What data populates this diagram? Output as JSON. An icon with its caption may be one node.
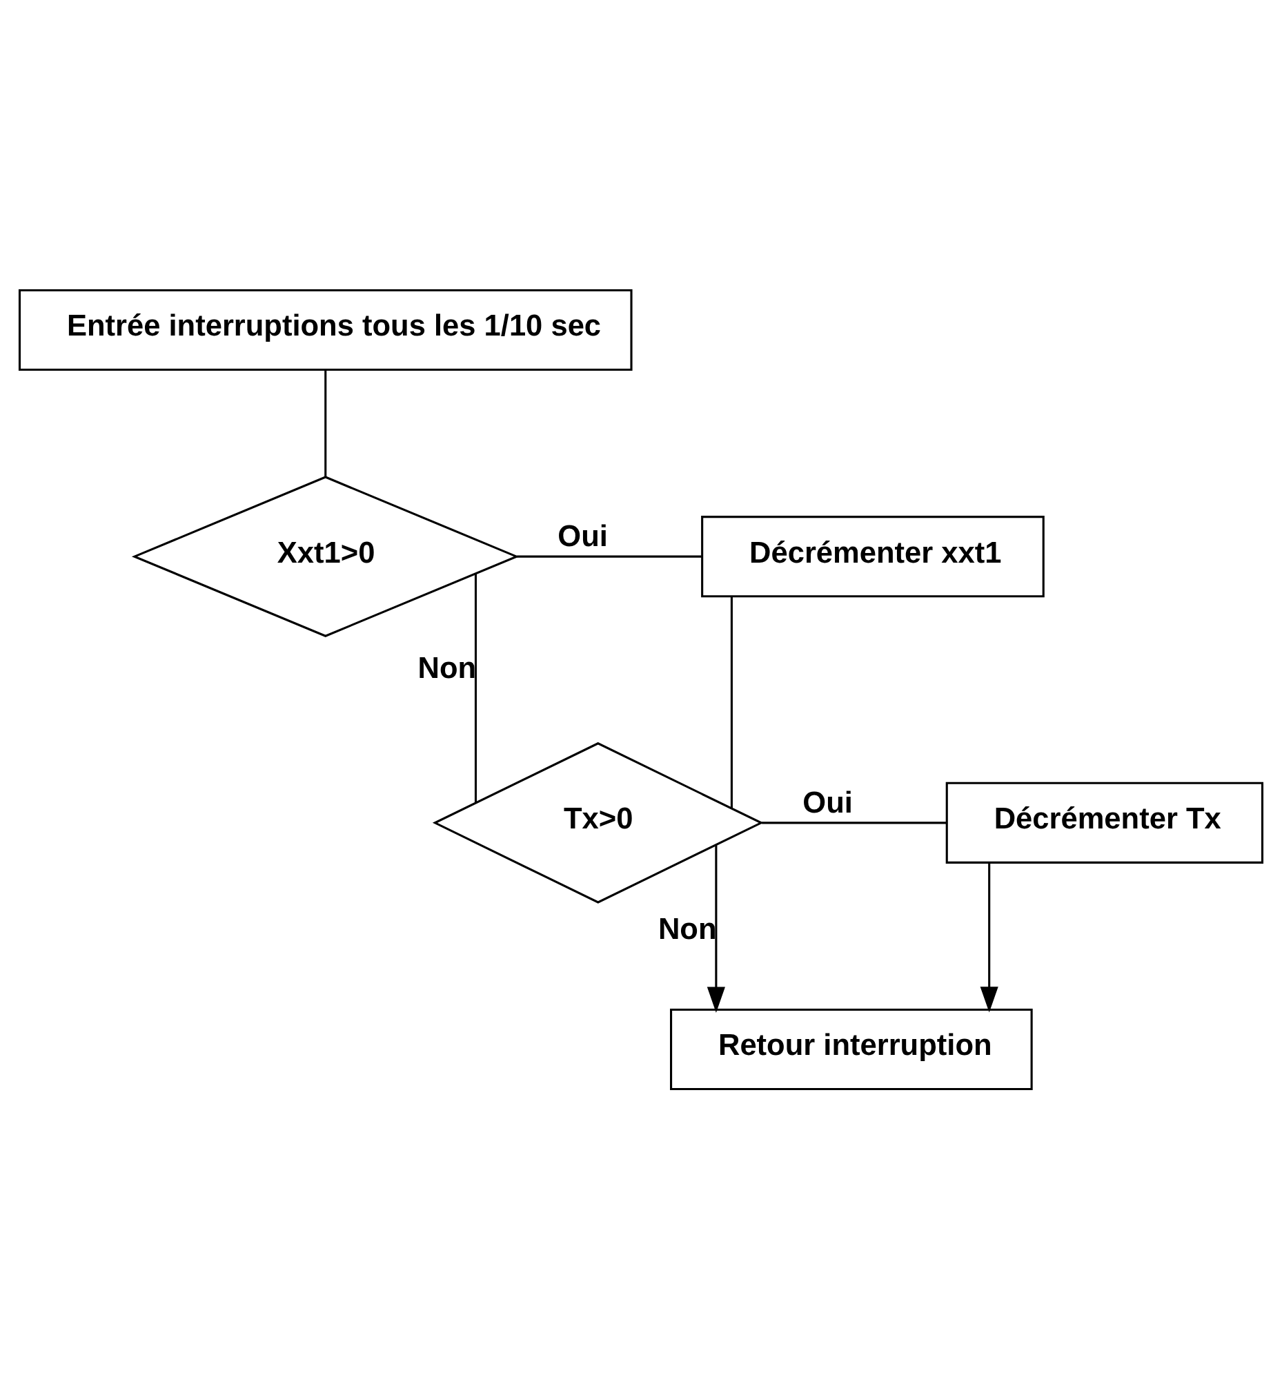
{
  "diagram": {
    "nodes": [
      {
        "text": [
          "Entrée interruptions tous les 1/10 sec"
        ]
      },
      {
        "text": [
          "Xxt1>0"
        ]
      },
      {
        "text": [
          "Décrémenter xxt1"
        ]
      },
      {
        "text": [
          "Tx>0"
        ]
      },
      {
        "text": [
          "Décrémenter Tx"
        ]
      },
      {
        "text": [
          "Retour interruption"
        ]
      }
    ],
    "edges": [
      {
        "from": 0,
        "to": 1,
        "arrow": "none"
      },
      {
        "from": 1,
        "to": 2,
        "arrow": "none",
        "label": "Oui"
      },
      {
        "from": 1,
        "to": 3,
        "arrow": "none",
        "label": "Non"
      },
      {
        "from": 2,
        "to": 3,
        "arrow": "none"
      },
      {
        "from": 3,
        "to": 4,
        "arrow": "none",
        "label": "Oui"
      },
      {
        "from": 3,
        "to": 5,
        "arrow": "to",
        "label": "Non"
      },
      {
        "from": 4,
        "to": 5,
        "arrow": "to"
      }
    ]
  }
}
